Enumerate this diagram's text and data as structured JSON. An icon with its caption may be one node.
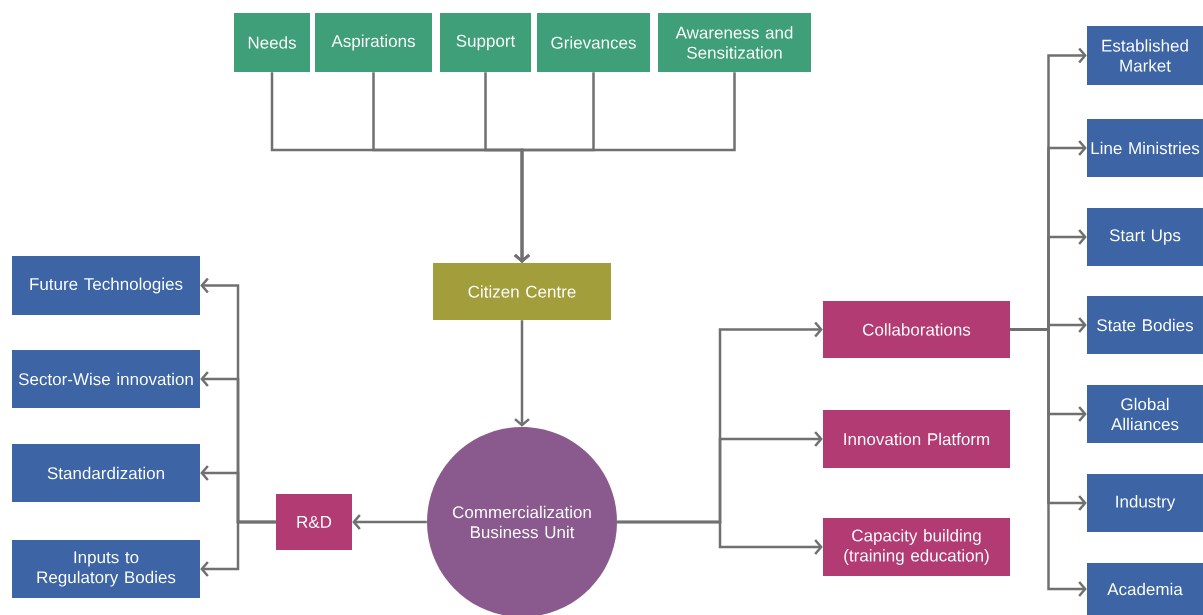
{
  "diagram": {
    "nodes": [
      {
        "text": [
          "Needs"
        ]
      },
      {
        "text": [
          "Aspirations"
        ]
      },
      {
        "text": [
          "Support"
        ]
      },
      {
        "text": [
          "Grievances"
        ]
      },
      {
        "text": [
          "Awareness and Sensitization"
        ]
      },
      {
        "text": [
          "Citizen Centre"
        ]
      },
      {
        "text": [
          "Commercialization Business Unit"
        ]
      },
      {
        "text": [
          "R&D"
        ]
      },
      {
        "text": [
          "Future Technologies"
        ]
      },
      {
        "text": [
          "Sector-Wise innovation"
        ]
      },
      {
        "text": [
          "Standardization"
        ]
      },
      {
        "text": [
          "Inputs to Regulatory Bodies"
        ]
      },
      {
        "text": [
          "Collaborations"
        ]
      },
      {
        "text": [
          "Innovation Platform"
        ]
      },
      {
        "text": [
          "Capacity building (training education)"
        ]
      },
      {
        "text": [
          "Established Market"
        ]
      },
      {
        "text": [
          "Line Ministries"
        ]
      },
      {
        "text": [
          "Start Ups"
        ]
      },
      {
        "text": [
          "State Bodies"
        ]
      },
      {
        "text": [
          "Global Alliances"
        ]
      },
      {
        "text": [
          "Industry"
        ]
      },
      {
        "text": [
          "Academia"
        ]
      }
    ],
    "edges": [
      {
        "from": 0,
        "to": 5,
        "arrow": "to"
      },
      {
        "from": 1,
        "to": 5,
        "arrow": "to"
      },
      {
        "from": 2,
        "to": 5,
        "arrow": "to"
      },
      {
        "from": 3,
        "to": 5,
        "arrow": "to"
      },
      {
        "from": 4,
        "to": 5,
        "arrow": "to"
      },
      {
        "from": 5,
        "to": 6,
        "arrow": "to"
      },
      {
        "from": 6,
        "to": 7,
        "arrow": "to"
      },
      {
        "from": 7,
        "to": 8,
        "arrow": "to"
      },
      {
        "from": 7,
        "to": 9,
        "arrow": "to"
      },
      {
        "from": 7,
        "to": 10,
        "arrow": "to"
      },
      {
        "from": 7,
        "to": 11,
        "arrow": "to"
      },
      {
        "from": 6,
        "to": 12,
        "arrow": "to"
      },
      {
        "from": 6,
        "to": 13,
        "arrow": "to"
      },
      {
        "from": 6,
        "to": 14,
        "arrow": "to"
      },
      {
        "from": 12,
        "to": 15,
        "arrow": "to"
      },
      {
        "from": 12,
        "to": 16,
        "arrow": "to"
      },
      {
        "from": 12,
        "to": 17,
        "arrow": "to"
      },
      {
        "from": 12,
        "to": 18,
        "arrow": "to"
      },
      {
        "from": 12,
        "to": 19,
        "arrow": "to"
      },
      {
        "from": 12,
        "to": 20,
        "arrow": "to"
      },
      {
        "from": 12,
        "to": 21,
        "arrow": "to"
      }
    ]
  }
}
